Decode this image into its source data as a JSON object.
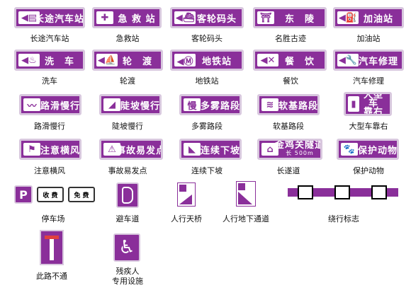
{
  "signs": [
    {
      "label": "长途汽车站",
      "caption": "长途汽车站",
      "icon": "bus-station-icon"
    },
    {
      "label": "急 救 站",
      "caption": "急救站",
      "icon": "first-aid-icon"
    },
    {
      "label": "客轮码头",
      "caption": "客轮码头",
      "icon": "ship-icon"
    },
    {
      "label": "东　陵",
      "caption": "名胜古迹",
      "icon": "temple-icon"
    },
    {
      "label": "加油站",
      "caption": "加油站",
      "icon": "fuel-icon"
    },
    {
      "label": "洗　车",
      "caption": "洗车",
      "icon": "car-wash-icon"
    },
    {
      "label": "轮　渡",
      "caption": "轮渡",
      "icon": "ferry-icon"
    },
    {
      "label": "地铁站",
      "caption": "地铁站",
      "icon": "subway-icon"
    },
    {
      "label": "餐　饮",
      "caption": "餐饮",
      "icon": "fork-knife-icon"
    },
    {
      "label": "汽车修理",
      "caption": "汽车修理",
      "icon": "wrench-icon"
    },
    {
      "label": "路滑慢行",
      "caption": "路滑慢行",
      "icon": "slippery-road-icon"
    },
    {
      "label": "陡坡慢行",
      "caption": "陡坡慢行",
      "icon": "steep-slope-icon"
    },
    {
      "label": "多雾路段",
      "caption": "多雾路段",
      "icon": "fog-icon"
    },
    {
      "label": "软基路段",
      "caption": "软基路段",
      "icon": "soft-ground-icon"
    },
    {
      "label": "大型车\n靠右",
      "caption": "大型车靠右",
      "icon": "truck-icon"
    },
    {
      "label": "注意横风",
      "caption": "注意横风",
      "icon": "crosswind-icon"
    },
    {
      "label": "事故易发点",
      "caption": "事故易发点",
      "icon": "accident-icon"
    },
    {
      "label": "连续下坡",
      "caption": "连续下坡",
      "icon": "downhill-icon"
    },
    {
      "label": "金鸡关隧道",
      "sublabel": "长 500m",
      "caption": "长遂道",
      "icon": "tunnel-icon"
    },
    {
      "label": "保护动物",
      "caption": "保护动物",
      "icon": "animal-icon"
    }
  ],
  "parking": {
    "letter": "P",
    "toll1": "收 费",
    "toll2": "免 费",
    "caption": "停车场"
  },
  "escape_lane": {
    "caption": "避车道"
  },
  "footbridge": {
    "caption": "人行天桥"
  },
  "underpass": {
    "caption": "人行地下通道"
  },
  "detour": {
    "caption": "绕行标志"
  },
  "dead_end": {
    "caption": "此路不通"
  },
  "accessible": {
    "caption_line1": "残疾人",
    "caption_line2": "专用设施",
    "symbol": "♿"
  },
  "colors": {
    "purple": "#8a2f9a",
    "border": "#d8c7de"
  }
}
